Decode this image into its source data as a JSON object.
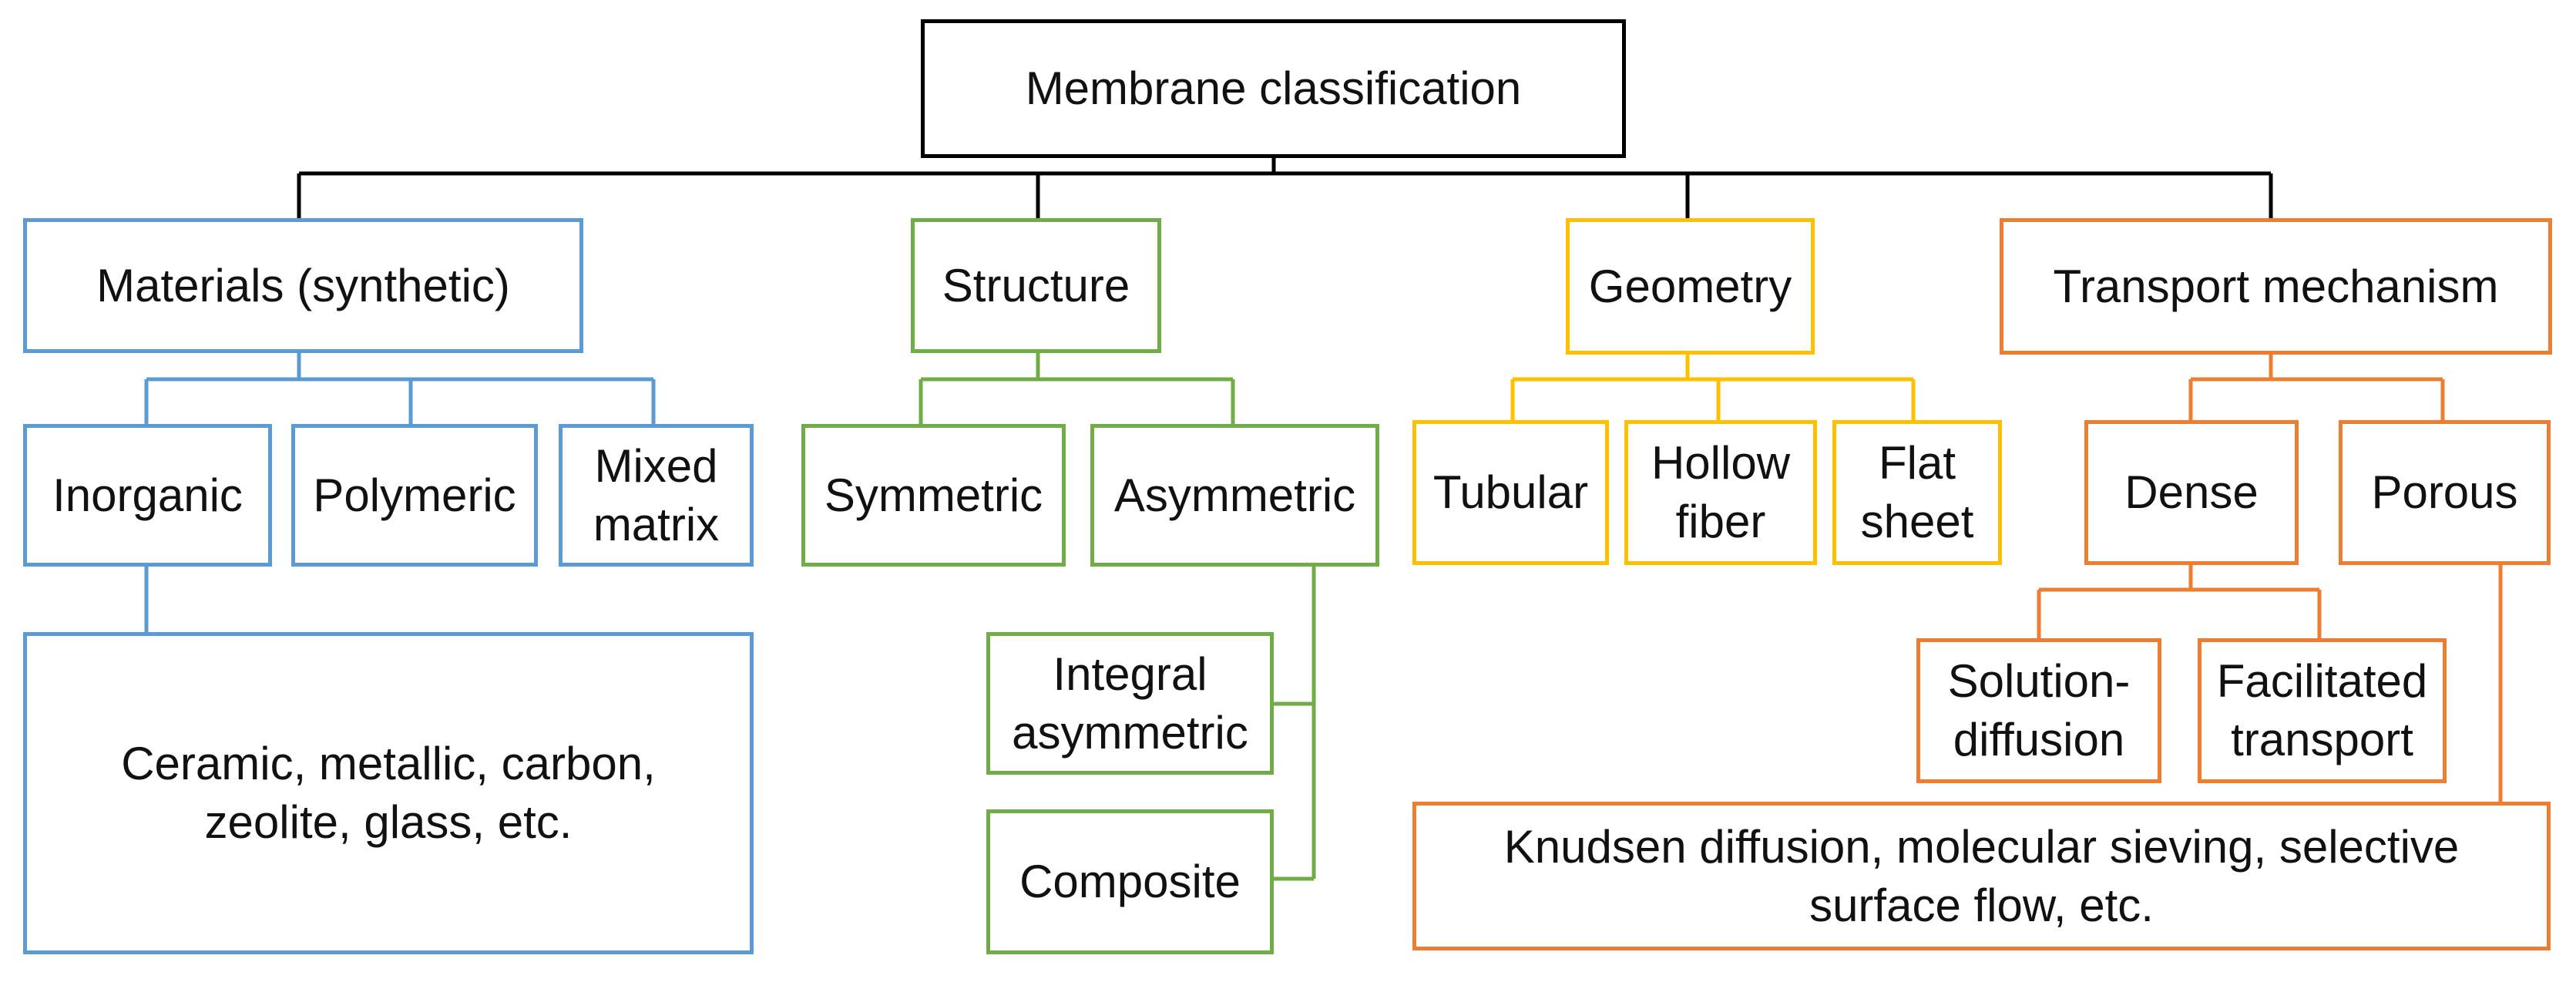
{
  "colors": {
    "root": "#000000",
    "materials": "#5B9BD5",
    "structure": "#70AD47",
    "geometry": "#FFC000",
    "transport": "#ED7D31"
  },
  "root": {
    "label": "Membrane classification"
  },
  "materials": {
    "label": "Materials (synthetic)",
    "children": [
      "Inorganic",
      "Polymeric",
      "Mixed matrix"
    ],
    "inorganic_examples": "Ceramic, metallic, carbon, zeolite, glass, etc."
  },
  "structure": {
    "label": "Structure",
    "children": [
      "Symmetric",
      "Asymmetric"
    ],
    "asymmetric_types": [
      "Integral asymmetric",
      "Composite"
    ]
  },
  "geometry": {
    "label": "Geometry",
    "children": [
      "Tubular",
      "Hollow fiber",
      "Flat sheet"
    ]
  },
  "transport": {
    "label": "Transport mechanism",
    "children": [
      "Dense",
      "Porous"
    ],
    "dense_types": [
      "Solution-diffusion",
      "Facilitated transport"
    ],
    "porous_examples": "Knudsen diffusion, molecular sieving, selective surface flow, etc."
  }
}
